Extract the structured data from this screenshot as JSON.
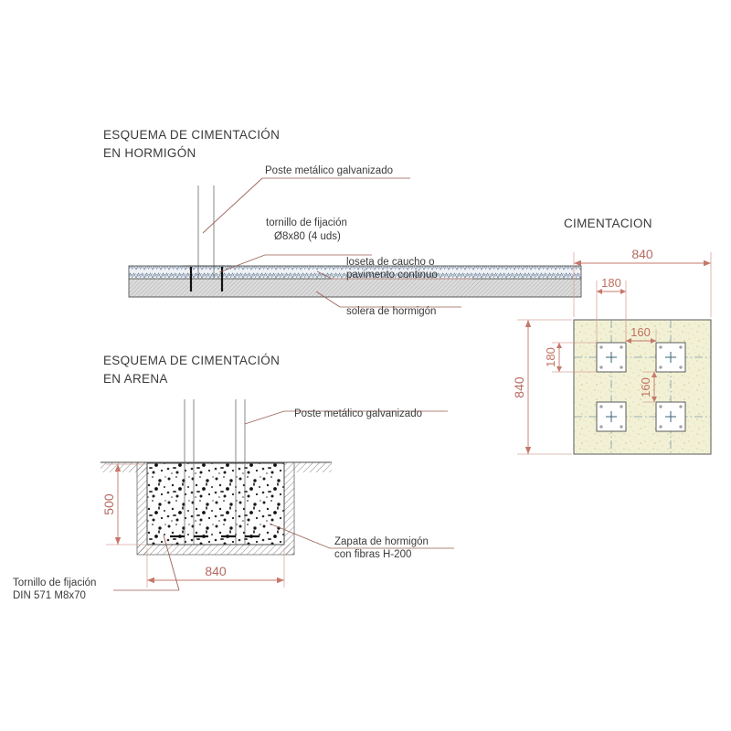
{
  "sheet": {
    "background_color": "#ffffff",
    "dimension_color": "#b5695f",
    "line_color": "#4a4a4a",
    "concrete_fill_color": "#f0efd3",
    "slab_fill_color": "#d8d8d8"
  },
  "diagram_concrete": {
    "title_line1": "ESQUEMA DE CIMENTACIÓN",
    "title_line2": "EN HORMIGÓN",
    "labels": {
      "post": "Poste metálico galvanizado",
      "bolt_line1": "tornillo de fijación",
      "bolt_line2": "Ø8x80 (4 uds)",
      "paving_line1": "loseta de caucho o",
      "paving_line2": "pavimento continuo",
      "slab": "solera de hormigón"
    }
  },
  "diagram_sand": {
    "title_line1": "ESQUEMA DE CIMENTACIÓN",
    "title_line2": "EN ARENA",
    "labels": {
      "post": "Poste metálico galvanizado",
      "footing_line1": "Zapata de hormigón",
      "footing_line2": "con fibras H-200",
      "bolt_line1": "Tornillo de fijación",
      "bolt_line2": "DIN 571 M8x70"
    },
    "dimensions": {
      "depth": "500",
      "width": "840"
    }
  },
  "plan_view": {
    "title": "CIMENTACION",
    "dimensions": {
      "overall_top": "840",
      "overall_left": "840",
      "plate_top": "180",
      "plate_left": "180",
      "gap_horizontal": "160",
      "gap_vertical": "160"
    },
    "plate_count": 4,
    "bolts_per_plate": 4
  }
}
